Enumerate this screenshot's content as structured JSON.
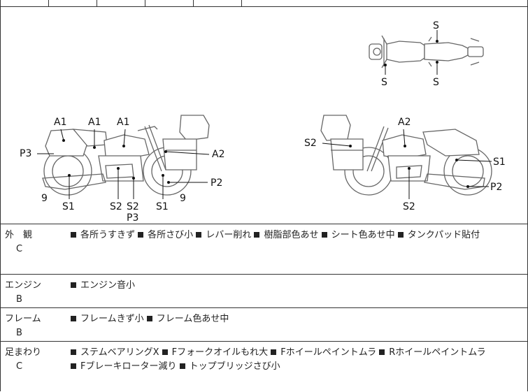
{
  "diagram": {
    "labels": {
      "top_s1": "S",
      "top_s2": "S",
      "top_s3": "S",
      "l_a1a": "A1",
      "l_a1b": "A1",
      "l_a1c": "A1",
      "l_p3a": "P3",
      "l_a2": "A2",
      "l_p2": "P2",
      "l_9a": "9",
      "l_9b": "9",
      "l_s1a": "S1",
      "l_s2a": "S2",
      "l_s2b": "S2",
      "l_s1b": "S1",
      "l_p3b": "P3",
      "r_s2a": "S2",
      "r_a2": "A2",
      "r_s1": "S1",
      "r_p2": "P2",
      "r_s2b": "S2"
    }
  },
  "sections": [
    {
      "name": "外　観",
      "grade": "C",
      "items": [
        "各所うすきず",
        "各所さび小",
        "レバー削れ",
        "樹脂部色あせ",
        "シート色あせ中",
        "タンクパッド貼付"
      ]
    },
    {
      "name": "エンジン",
      "grade": "B",
      "items": [
        "エンジン音小"
      ]
    },
    {
      "name": "フレーム",
      "grade": "B",
      "items": [
        "フレームきず小",
        "フレーム色あせ中"
      ]
    },
    {
      "name": "足まわり",
      "grade": "C",
      "items": [
        "ステムベアリングX",
        "Fフォークオイルもれ大",
        "Fホイールペイントムラ",
        "Rホイールペイントムラ",
        "Fブレーキローター減り",
        "トップブリッジさび小"
      ]
    }
  ]
}
